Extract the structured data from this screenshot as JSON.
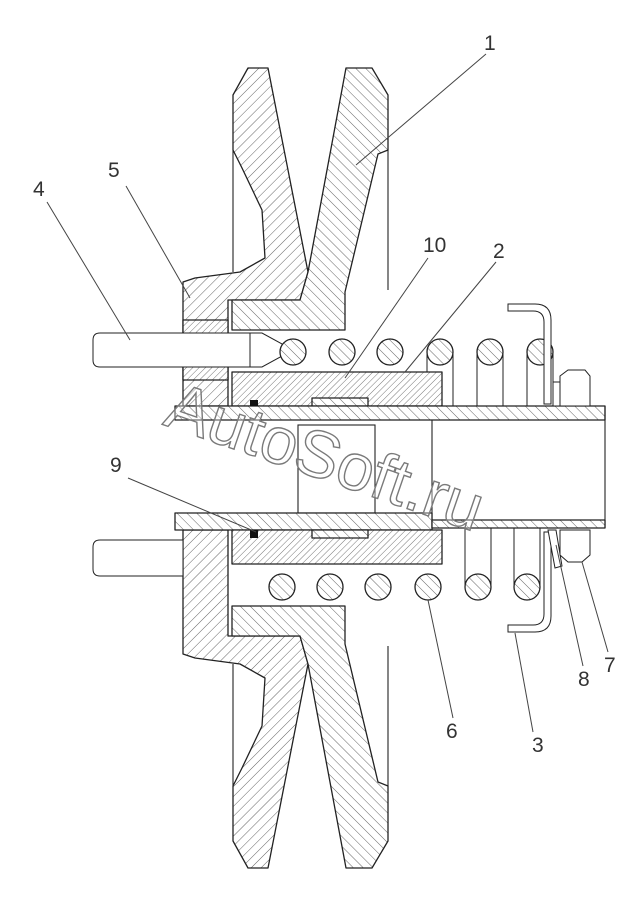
{
  "callouts": [
    {
      "label": "1"
    },
    {
      "label": "2"
    },
    {
      "label": "3"
    },
    {
      "label": "4"
    },
    {
      "label": "5"
    },
    {
      "label": "6"
    },
    {
      "label": "7"
    },
    {
      "label": "8"
    },
    {
      "label": "9"
    },
    {
      "label": "10"
    }
  ],
  "watermark": "AutoSoft.ru",
  "colors": {
    "line": "#222222",
    "hatch": "#555555",
    "background": "#ffffff",
    "watermark_stroke": "#7a7a7a"
  }
}
